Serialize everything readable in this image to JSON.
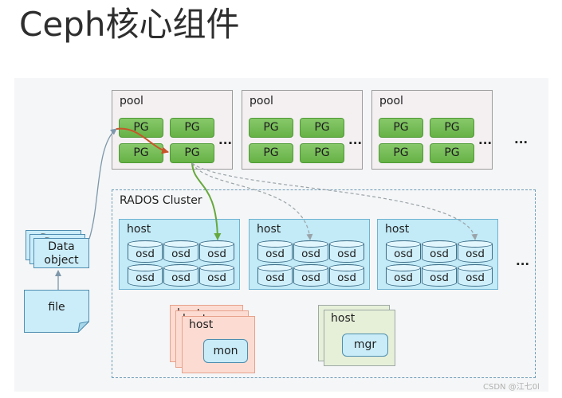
{
  "title": "Ceph核心组件",
  "pools": [
    {
      "label": "pool",
      "pgs": [
        "PG",
        "PG",
        "PG",
        "PG"
      ],
      "more": "..."
    },
    {
      "label": "pool",
      "pgs": [
        "PG",
        "PG",
        "PG",
        "PG"
      ],
      "more": "..."
    },
    {
      "label": "pool",
      "pgs": [
        "PG",
        "PG",
        "PG",
        "PG"
      ],
      "more": "..."
    }
  ],
  "pools_more": "...",
  "rados_cluster": {
    "label": "RADOS Cluster",
    "osd_hosts": [
      {
        "label": "host",
        "osds": [
          "osd",
          "osd",
          "osd",
          "osd",
          "osd",
          "osd"
        ]
      },
      {
        "label": "host",
        "osds": [
          "osd",
          "osd",
          "osd",
          "osd",
          "osd",
          "osd"
        ]
      },
      {
        "label": "host",
        "osds": [
          "osd",
          "osd",
          "osd",
          "osd",
          "osd",
          "osd"
        ]
      }
    ],
    "hosts_more": "...",
    "mon_host": {
      "label": "host",
      "service": "mon"
    },
    "mgr_host": {
      "label": "host",
      "service": "mgr"
    }
  },
  "client": {
    "data_object": [
      "Data",
      "object"
    ],
    "file": "file"
  },
  "watermark": "CSDN @江七0l",
  "colors": {
    "pg_fill": "#6dbd4a",
    "host_fill": "#c2eaf7",
    "osd_fill": "#cfeffa",
    "mon_fill": "#fcdcd2",
    "mgr_fill": "#e6efd8",
    "doc_fill": "#cbedf9",
    "client_arrow": "#7d97ab",
    "pg_arrow": "#c8552a",
    "primary_arrow": "#66a83c",
    "replica_arrow": "#9aa3a8"
  }
}
